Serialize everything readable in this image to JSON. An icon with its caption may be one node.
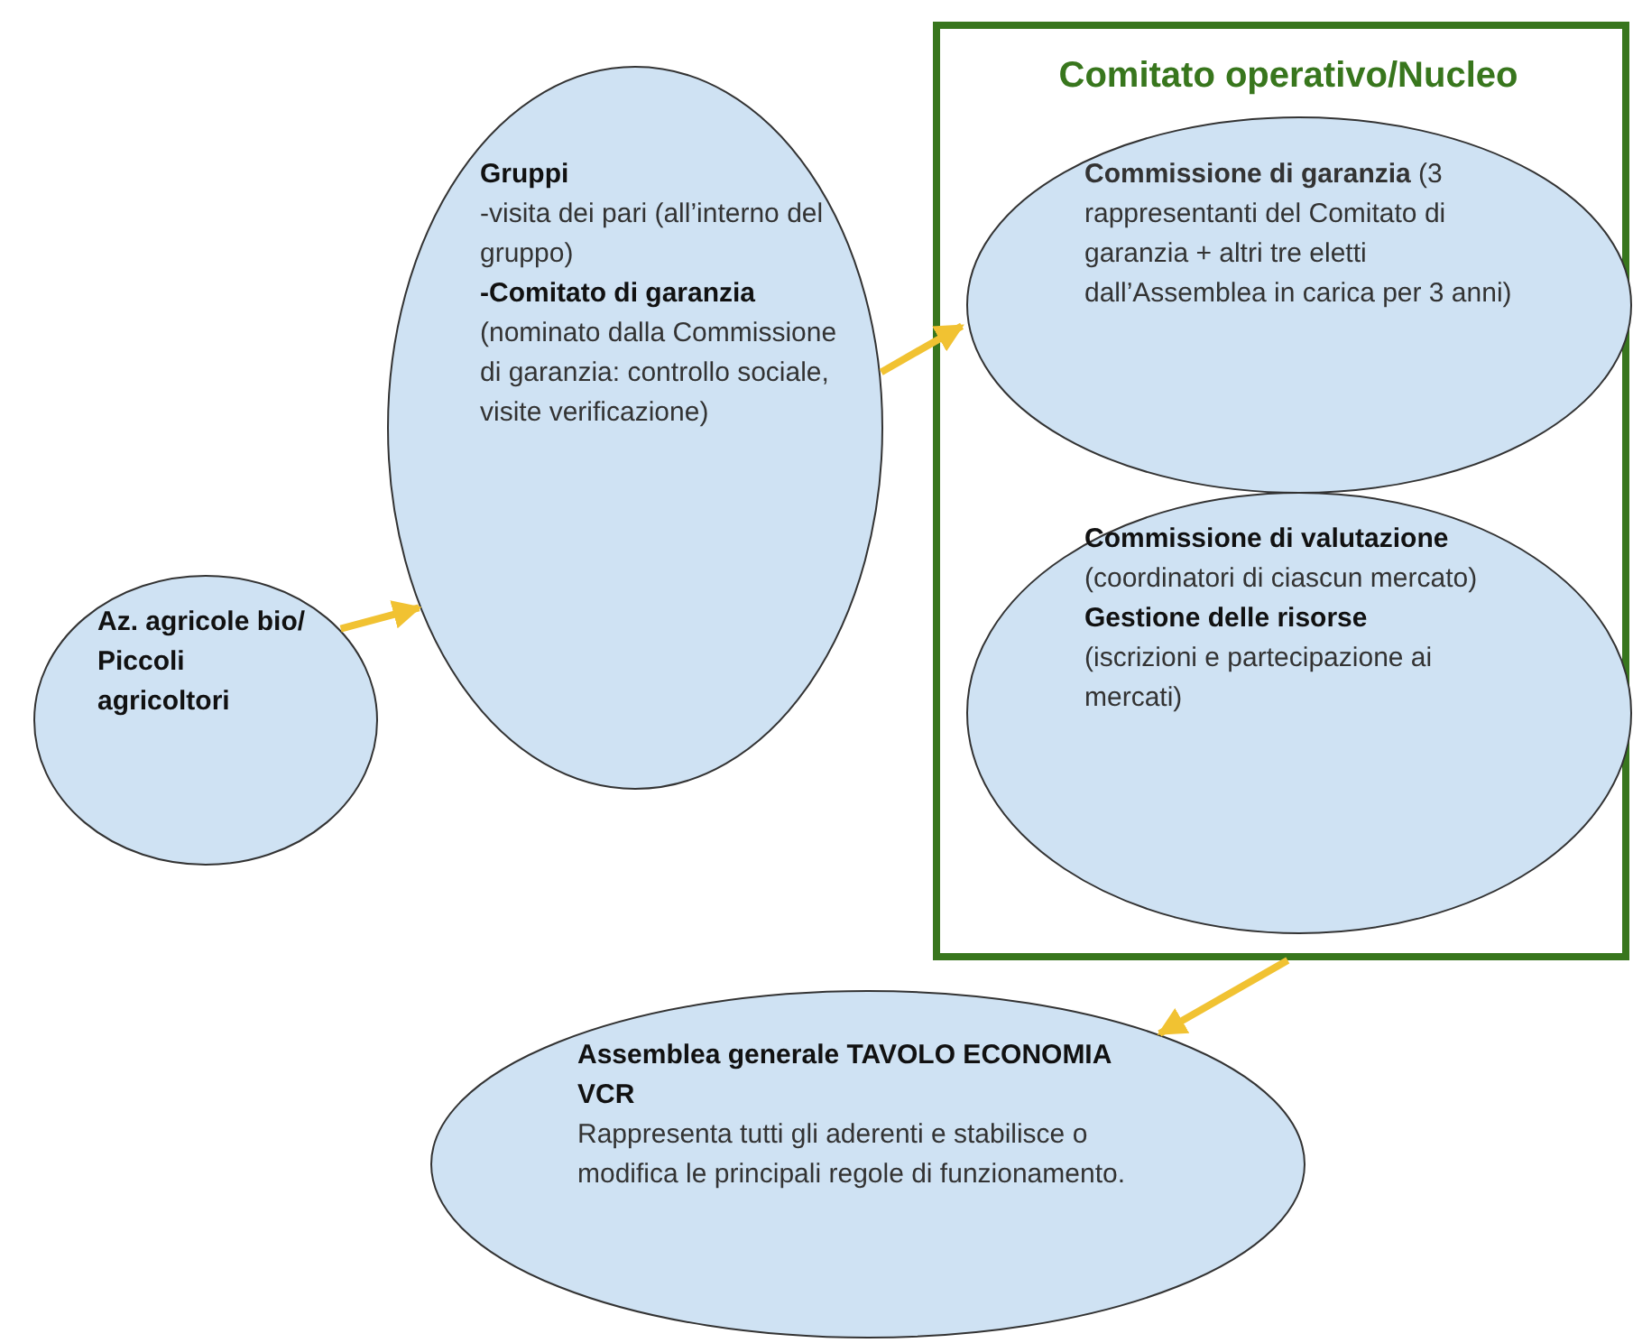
{
  "diagram": {
    "nodes": [
      {
        "text": [
          "Az. agricole bio/ Piccoli agricoltori"
        ]
      },
      {
        "text": [
          "Gruppi",
          "-visita dei pari (all’interno del gruppo)",
          "-Comitato di garanzia",
          "(nominato dalla Commissione di garanzia: controllo sociale, visite verificazione)"
        ]
      },
      {
        "text": [
          "Comitato operativo/Nucleo"
        ]
      },
      {
        "text": [
          "**Commissione di garanzia** (3 rappresentanti del Comitato di garanzia + altri tre eletti dall’Assemblea in carica per 3 anni)"
        ],
        "in": 2
      },
      {
        "text": [
          "Commissione di valutazione",
          "(coordinatori di ciascun mercato)",
          "Gestione delle risorse",
          "(iscrizioni e partecipazione ai mercati)"
        ],
        "in": 2
      },
      {
        "text": [
          "Assemblea generale TAVOLO ECONOMIA VCR",
          "Rappresenta tutti gli aderenti e stabilisce o modifica le principali regole di funzionamento."
        ]
      }
    ],
    "edges": [
      {
        "from": 0,
        "to": 1,
        "arrow": "to",
        "color": "#f1c232"
      },
      {
        "from": 1,
        "to": 3,
        "arrow": "to",
        "color": "#f1c232"
      },
      {
        "from": 2,
        "to": 5,
        "arrow": "to",
        "color": "#f1c232"
      }
    ]
  }
}
